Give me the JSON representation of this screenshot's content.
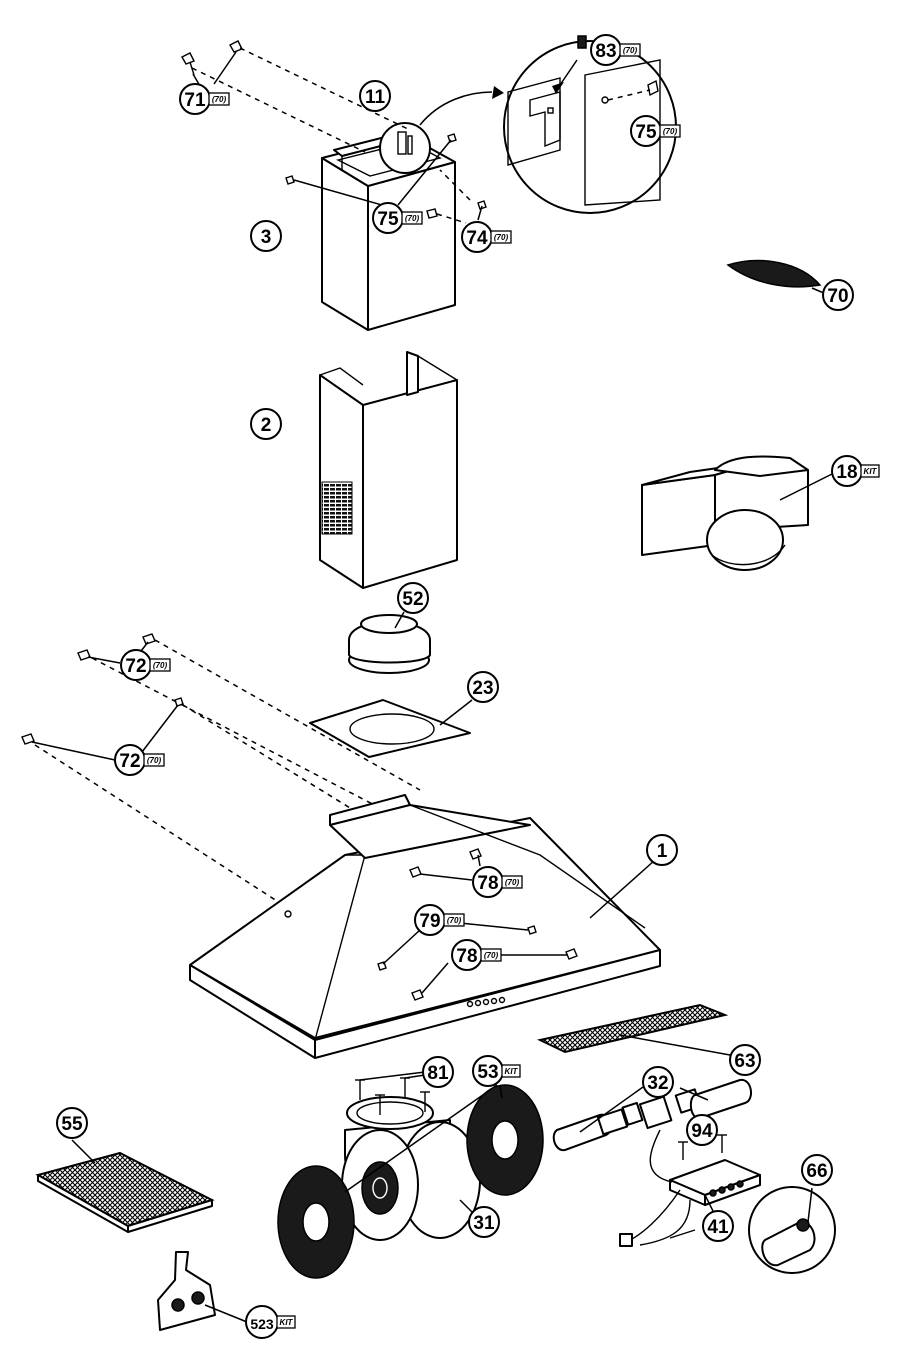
{
  "callouts": [
    {
      "id": "c71",
      "num": "71",
      "tag": "(70)"
    },
    {
      "id": "c11",
      "num": "11",
      "tag": ""
    },
    {
      "id": "c83",
      "num": "83",
      "tag": "(70)"
    },
    {
      "id": "c75a",
      "num": "75",
      "tag": "(70)"
    },
    {
      "id": "c75b",
      "num": "75",
      "tag": "(70)"
    },
    {
      "id": "c74",
      "num": "74",
      "tag": "(70)"
    },
    {
      "id": "c3",
      "num": "3",
      "tag": ""
    },
    {
      "id": "c70",
      "num": "70",
      "tag": ""
    },
    {
      "id": "c2",
      "num": "2",
      "tag": ""
    },
    {
      "id": "c18",
      "num": "18",
      "tag": "KIT"
    },
    {
      "id": "c52",
      "num": "52",
      "tag": ""
    },
    {
      "id": "c72a",
      "num": "72",
      "tag": "(70)"
    },
    {
      "id": "c23",
      "num": "23",
      "tag": ""
    },
    {
      "id": "c72b",
      "num": "72",
      "tag": "(70)"
    },
    {
      "id": "c1",
      "num": "1",
      "tag": ""
    },
    {
      "id": "c78a",
      "num": "78",
      "tag": "(70)"
    },
    {
      "id": "c79",
      "num": "79",
      "tag": "(70)"
    },
    {
      "id": "c78b",
      "num": "78",
      "tag": "(70)"
    },
    {
      "id": "c63",
      "num": "63",
      "tag": ""
    },
    {
      "id": "c81",
      "num": "81",
      "tag": ""
    },
    {
      "id": "c53",
      "num": "53",
      "tag": "KIT"
    },
    {
      "id": "c32",
      "num": "32",
      "tag": ""
    },
    {
      "id": "c55",
      "num": "55",
      "tag": ""
    },
    {
      "id": "c94",
      "num": "94",
      "tag": ""
    },
    {
      "id": "c66",
      "num": "66",
      "tag": ""
    },
    {
      "id": "c31",
      "num": "31",
      "tag": ""
    },
    {
      "id": "c41",
      "num": "41",
      "tag": ""
    },
    {
      "id": "c523",
      "num": "523",
      "tag": "KIT"
    }
  ]
}
